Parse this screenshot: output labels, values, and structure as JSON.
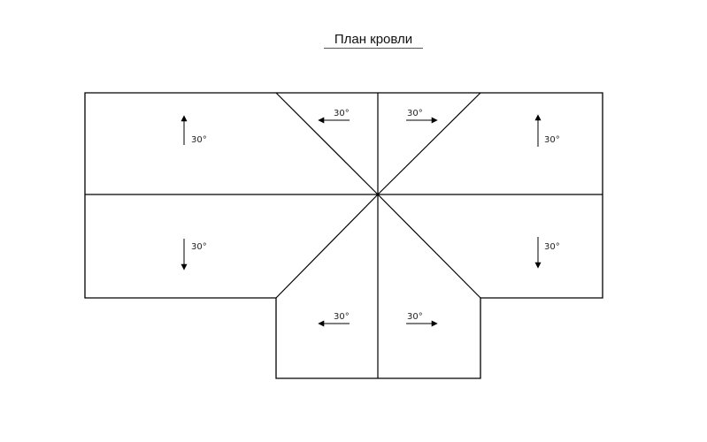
{
  "title": "План кровли",
  "slopes": [
    {
      "id": "upper-left",
      "label": "30°",
      "direction": "up"
    },
    {
      "id": "upper-center-left",
      "label": "30°",
      "direction": "left"
    },
    {
      "id": "upper-center-right",
      "label": "30°",
      "direction": "right"
    },
    {
      "id": "upper-right",
      "label": "30°",
      "direction": "up"
    },
    {
      "id": "lower-left",
      "label": "30°",
      "direction": "down"
    },
    {
      "id": "lower-right",
      "label": "30°",
      "direction": "down"
    },
    {
      "id": "bottom-left",
      "label": "30°",
      "direction": "left"
    },
    {
      "id": "bottom-right",
      "label": "30°",
      "direction": "right"
    }
  ],
  "colors": {
    "line": "#000000",
    "text": "#222222"
  }
}
